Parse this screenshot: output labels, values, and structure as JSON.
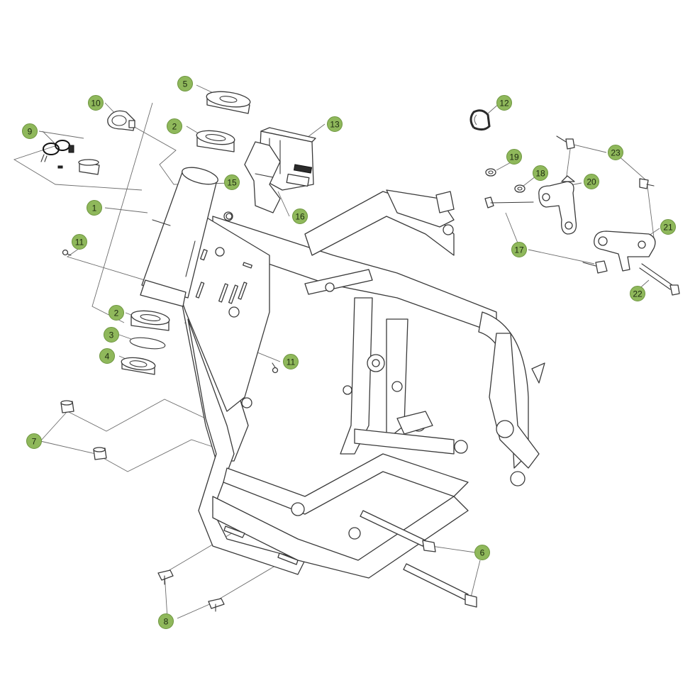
{
  "colors": {
    "callout_fill": "#8fb85b",
    "line": "#3a3a3a"
  },
  "callouts": [
    {
      "label": "1"
    },
    {
      "label": "2"
    },
    {
      "label": "2"
    },
    {
      "label": "3"
    },
    {
      "label": "4"
    },
    {
      "label": "5"
    },
    {
      "label": "6"
    },
    {
      "label": "7"
    },
    {
      "label": "8"
    },
    {
      "label": "9"
    },
    {
      "label": "10"
    },
    {
      "label": "11"
    },
    {
      "label": "11"
    },
    {
      "label": "12"
    },
    {
      "label": "13"
    },
    {
      "label": "15"
    },
    {
      "label": "16"
    },
    {
      "label": "17"
    },
    {
      "label": "18"
    },
    {
      "label": "19"
    },
    {
      "label": "20"
    },
    {
      "label": "21"
    },
    {
      "label": "22"
    },
    {
      "label": "23"
    }
  ]
}
